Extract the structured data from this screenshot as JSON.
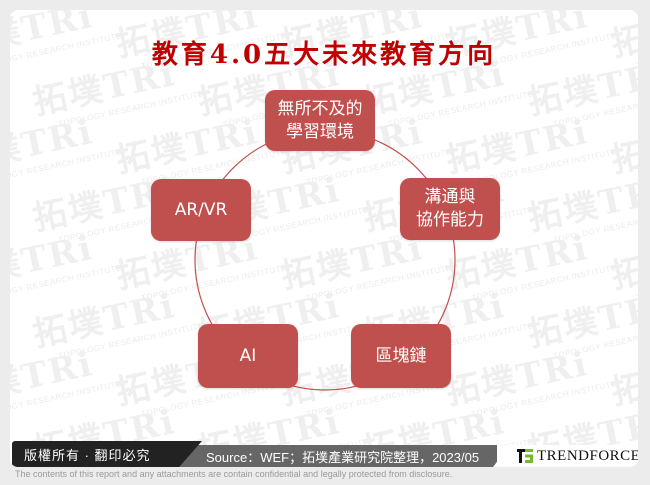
{
  "title": "教育4.0五大未來教育方向",
  "diagram": {
    "type": "cycle",
    "accent_color": "#c0504d",
    "connector_color": "#c0504d",
    "nodes": [
      {
        "id": "learning-env",
        "label_line1": "無所不及的",
        "label_line2": "學習環境"
      },
      {
        "id": "communication",
        "label_line1": "溝通與",
        "label_line2": "協作能力"
      },
      {
        "id": "blockchain",
        "label_line1": "區塊鏈",
        "label_line2": ""
      },
      {
        "id": "ai",
        "label_line1": "AI",
        "label_line2": ""
      },
      {
        "id": "arvr",
        "label_line1": "AR/VR",
        "label_line2": ""
      }
    ]
  },
  "watermark": {
    "brand": "拓墣TRi",
    "subtitle": "TOPOLOGY RESEARCH INSTITUTE"
  },
  "footer": {
    "rights": "版權所有 · 翻印必究",
    "source": "Source：WEF；拓墣產業研究院整理，2023/05",
    "logo_text": "TRENDFORCE",
    "disclaimer": "The contents of this report and any attachments are contain confidential and legally protected from disclosure."
  }
}
